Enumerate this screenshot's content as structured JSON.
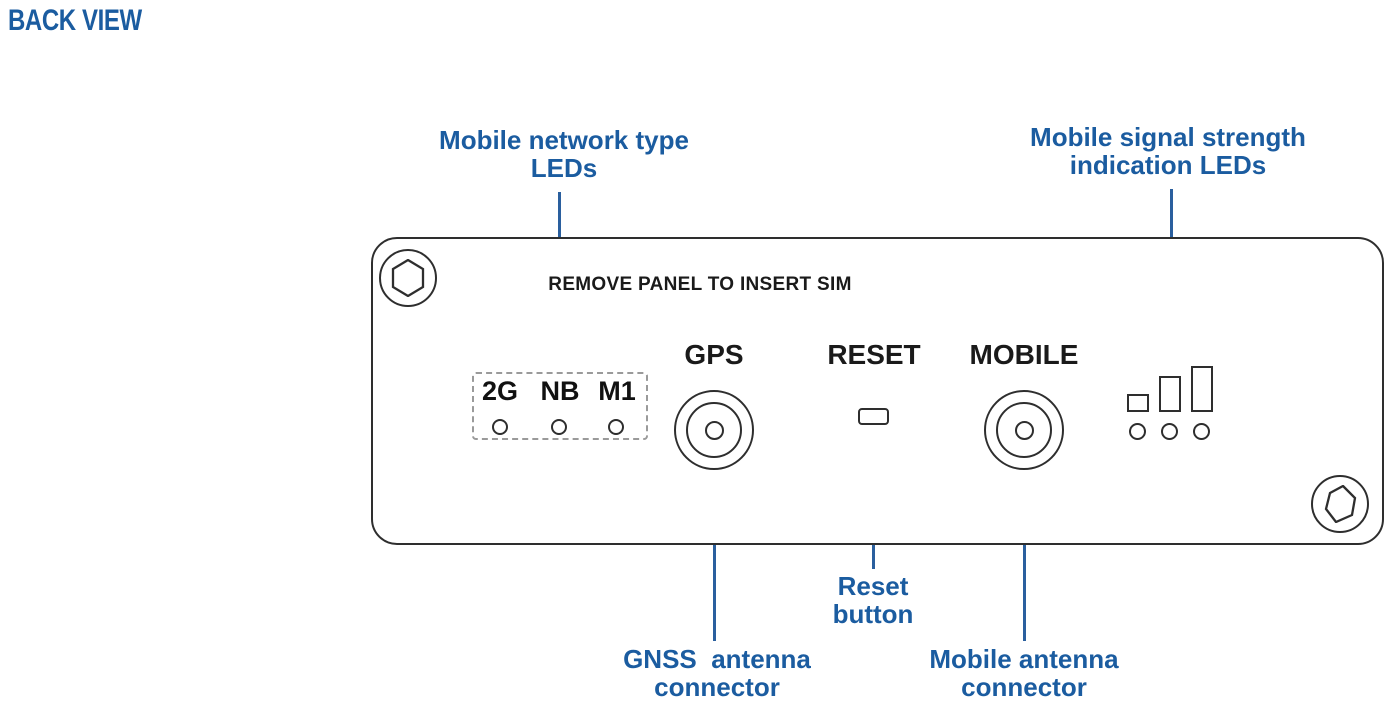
{
  "title": "BACK VIEW",
  "colors": {
    "accent_blue": "#1b5ca0",
    "leader_blue": "#2a5f9e",
    "outline_black": "#2e2e2e",
    "dashed_gray": "#9a9a9a",
    "background": "#ffffff"
  },
  "callouts": {
    "network_type_leds": "Mobile network type\nLEDs",
    "signal_strength_leds": "Mobile signal strength\nindication LEDs",
    "gnss_connector": "GNSS  antenna\nconnector",
    "reset_button": "Reset\nbutton",
    "mobile_connector": "Mobile antenna\nconnector"
  },
  "panel": {
    "sim_instruction": "REMOVE PANEL TO INSERT SIM",
    "port_labels": {
      "gps": "GPS",
      "reset": "RESET",
      "mobile": "MOBILE"
    },
    "network_leds": [
      {
        "name": "2G"
      },
      {
        "name": "NB"
      },
      {
        "name": "M1"
      }
    ],
    "signal_leds_count": 3,
    "signal_bars_count": 3,
    "screws": [
      {
        "position": "top-left",
        "type": "hex-socket"
      },
      {
        "position": "bottom-right",
        "type": "hex-socket"
      }
    ]
  }
}
